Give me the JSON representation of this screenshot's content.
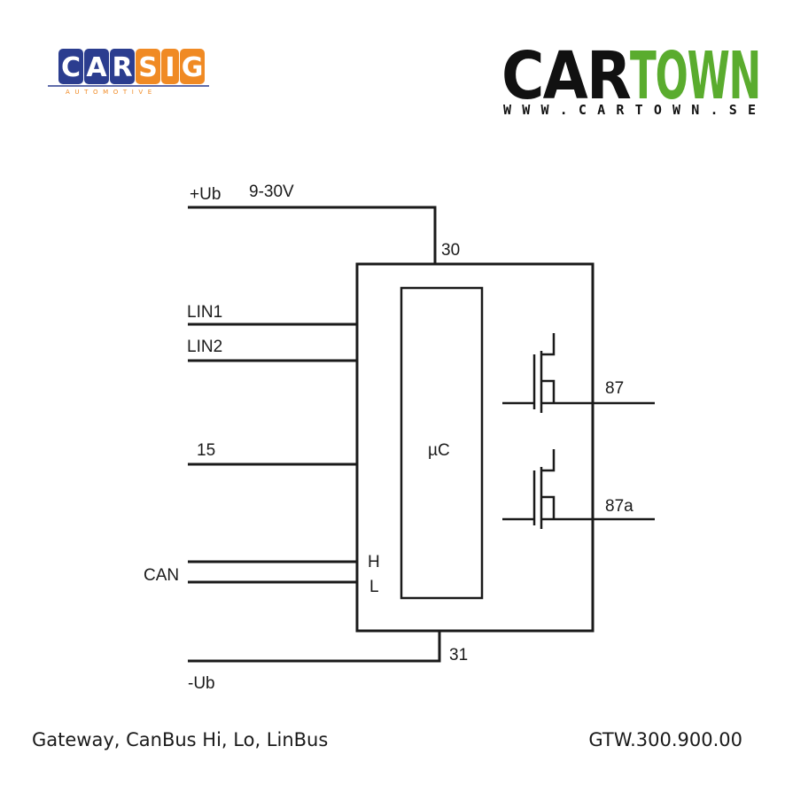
{
  "logos": {
    "carsig": {
      "letters_blue": [
        "C",
        "A",
        "R"
      ],
      "letters_orange": [
        "S",
        "I",
        "G"
      ],
      "subtitle": "AUTOMOTIVE",
      "colors": {
        "blue": "#2b3d8f",
        "orange": "#f08a24"
      }
    },
    "cartown": {
      "part1": "CAR",
      "part2": "TOWN",
      "url": "WWW.CARTOWN.SE",
      "colors": {
        "dark": "#111111",
        "green": "#5aac2e"
      }
    }
  },
  "diagram": {
    "supply_label": "+Ub",
    "voltage_label": "9-30V",
    "pin_30": "30",
    "lin1": "LIN1",
    "lin2": "LIN2",
    "pin_15": "15",
    "can": "CAN",
    "can_h": "H",
    "can_l": "L",
    "mcu": "µC",
    "pin_87": "87",
    "pin_87a": "87a",
    "pin_31": "31",
    "ground_label": "-Ub"
  },
  "caption": {
    "description": "Gateway, CanBus Hi, Lo, LinBus",
    "part_number": "GTW.300.900.00"
  }
}
